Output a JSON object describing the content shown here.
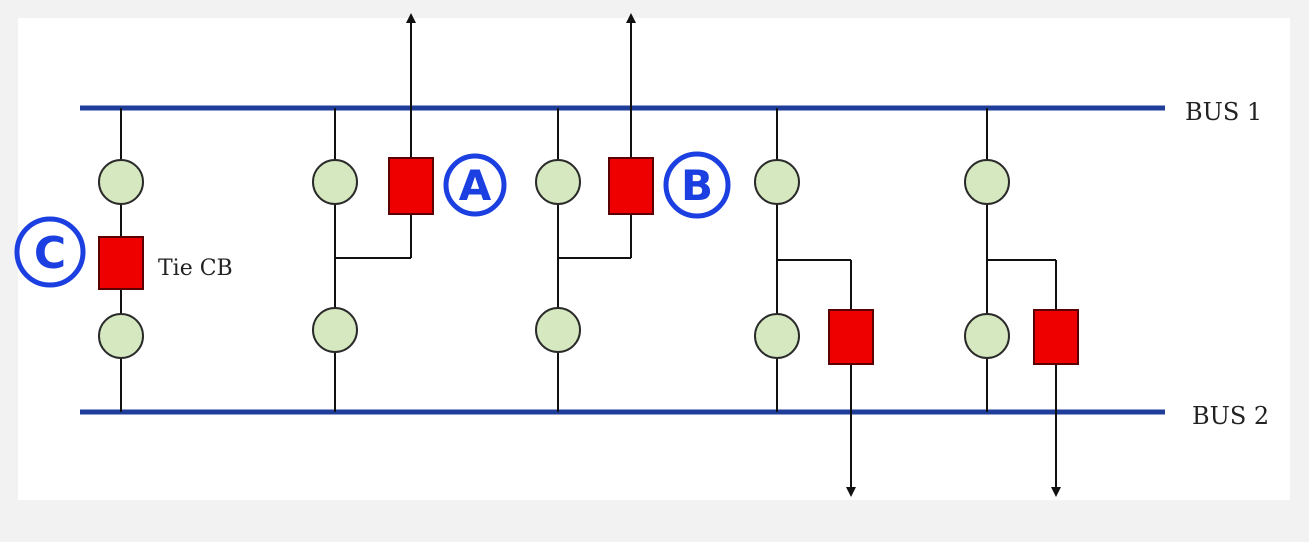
{
  "diagram": {
    "bus_labels": {
      "bus1": "BUS 1",
      "bus2": "BUS 2"
    },
    "tie_cb_label": "Tie CB",
    "markers": {
      "a": "A",
      "b": "B",
      "c": "C"
    },
    "colors": {
      "bus": "#1f3e9a",
      "wire": "#111111",
      "breaker_fill": "#ee0000",
      "breaker_stroke": "#5a0000",
      "disconnect_fill": "#d6e8bf",
      "disconnect_stroke": "#2a2a2a",
      "handwritten": "#1b3fe0"
    }
  }
}
